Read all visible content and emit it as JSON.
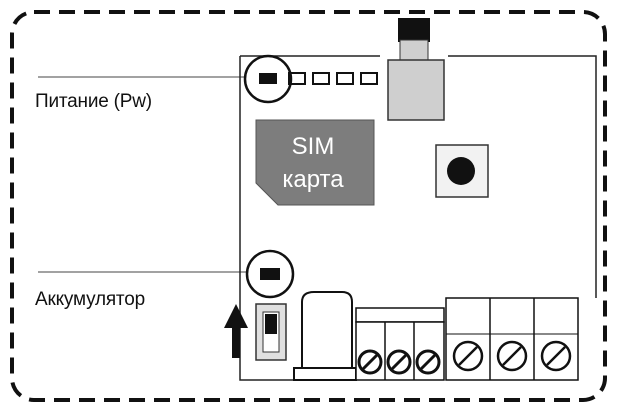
{
  "labels": {
    "power": "Питание (Pw)",
    "battery": "Аккумулятор"
  },
  "sim": {
    "line1": "SIM",
    "line2": "карта"
  },
  "colors": {
    "border": "#111111",
    "sim_card": "#7d7d7d",
    "sim_text": "#ffffff",
    "connector": "#cfcfcf",
    "board_stroke": "#222222"
  },
  "icons": {
    "arrow": "up-arrow-icon",
    "button": "push-button-icon",
    "screw": "screw-terminal-icon"
  }
}
